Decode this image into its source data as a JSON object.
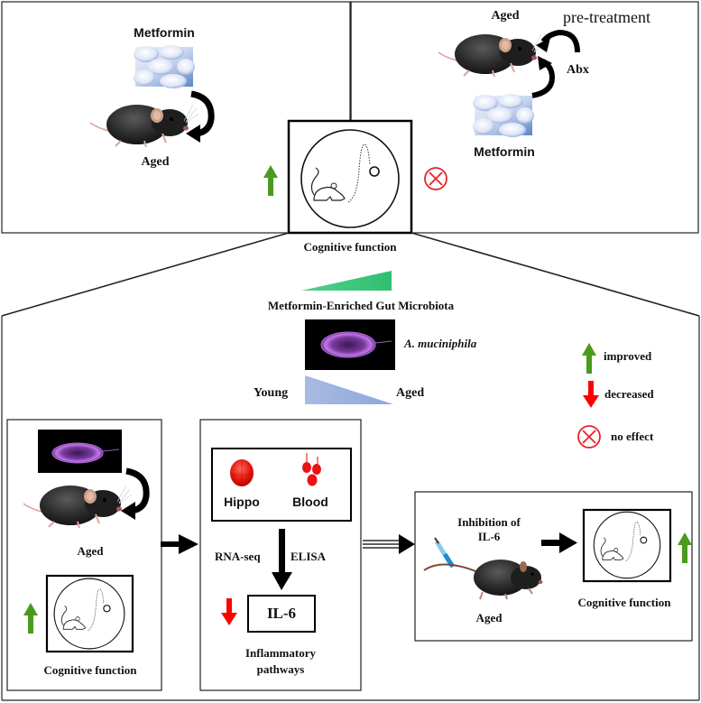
{
  "top_left_panel": {
    "drug_label": "Metformin",
    "subject_label": "Aged"
  },
  "top_right_panel": {
    "subject_label": "Aged",
    "pretreatment_label": "pre-treatment",
    "antibiotic_label": "Abx",
    "drug_label": "Metformin"
  },
  "center": {
    "outcome_label": "Cognitive function",
    "left_effect": "improved",
    "right_effect": "no effect"
  },
  "gradient_section": {
    "microbiota_label": "Metformin-Enriched Gut Microbiota",
    "bacterium_label": "A. muciniphila",
    "age_start_label": "Young",
    "age_end_label": "Aged"
  },
  "legend": {
    "items": [
      {
        "icon": "up-arrow-green",
        "label": "improved"
      },
      {
        "icon": "down-arrow-red",
        "label": "decreased"
      },
      {
        "icon": "circle-x-red",
        "label": "no effect"
      }
    ]
  },
  "panel_a": {
    "subject_label": "Aged",
    "outcome_label": "Cognitive function",
    "effect": "improved"
  },
  "panel_b": {
    "tissue_1": "Hippo",
    "tissue_2": "Blood",
    "method_1": "RNA-seq",
    "method_2": "ELISA",
    "marker": "IL-6",
    "marker_effect": "decreased",
    "pathway_line1": "Inflammatory",
    "pathway_line2": "pathways"
  },
  "panel_c": {
    "treatment_line1": "Inhibition of",
    "treatment_line2": "IL-6",
    "subject_label": "Aged",
    "outcome_label": "Cognitive function",
    "effect": "improved"
  },
  "colors": {
    "improved": "#4a9a1e",
    "decreased": "#ff0000",
    "no_effect": "#e8232a",
    "microbiota_gradient": "#3cc37a",
    "age_gradient": "#8fa6d8",
    "bacterium_bg": "#000000",
    "bacterium": "#a35bd0"
  }
}
